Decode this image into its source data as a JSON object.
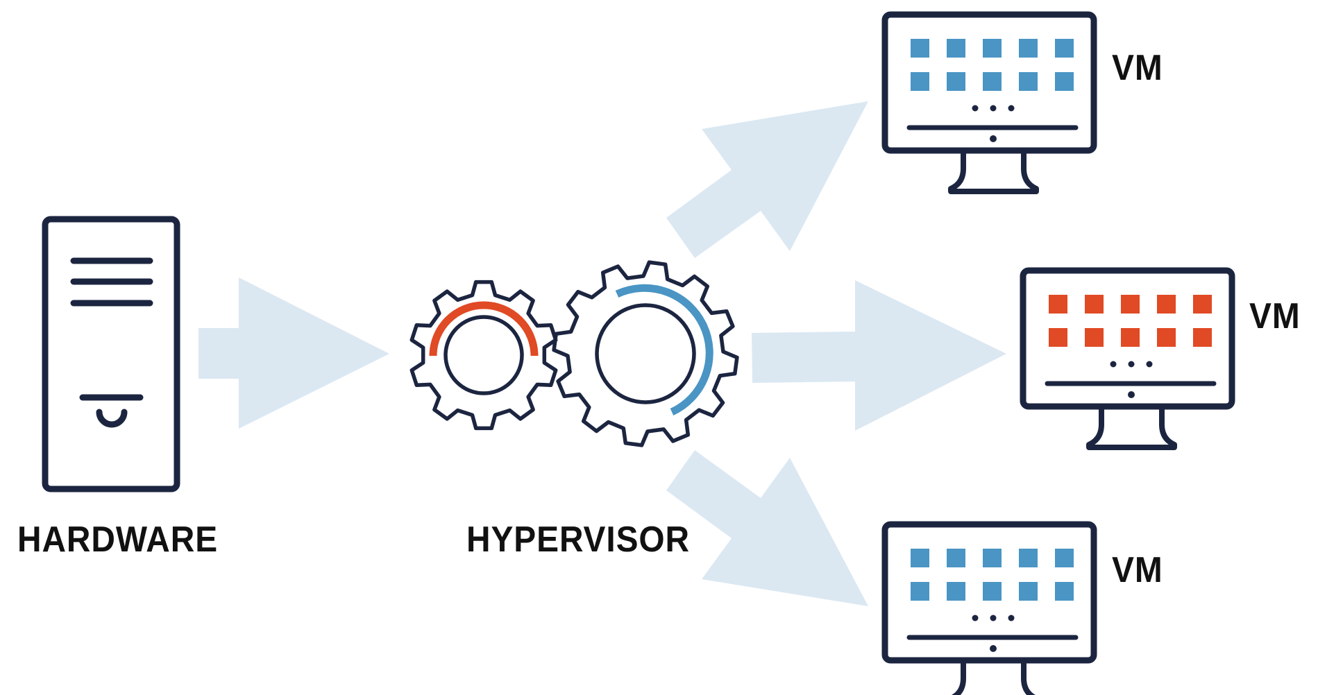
{
  "labels": {
    "hardware": "HARDWARE",
    "hypervisor": "HYPERVISOR",
    "vm_top": "VM",
    "vm_middle": "VM",
    "vm_bottom": "VM"
  },
  "icons": {
    "hardware": "server-tower-icon",
    "hypervisor": "gears-icon",
    "vm": "monitor-icon"
  },
  "colors": {
    "outline": "#1c2540",
    "arrow": "#dbe8f2",
    "blue_accent": "#4a95c4",
    "orange_accent": "#e04a24"
  }
}
